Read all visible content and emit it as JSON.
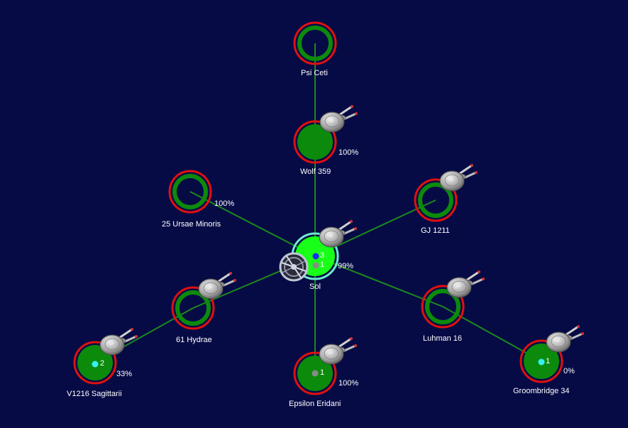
{
  "colors": {
    "background": "#060b45",
    "lane": "#1c8a1c",
    "ring": "#e01010",
    "planet_green": "#0c8a0c",
    "home_green": "#18ff18",
    "home_ring": "#6fe8d2",
    "fleet_cyan": "#36f0f0",
    "fleet_blue": "#1b2cf0",
    "fleet_gray": "#8a8a8a"
  },
  "systems": {
    "sol": {
      "name": "Sol",
      "pct": "99%",
      "fleet_blue_count": "3",
      "fleet_gray_count": "1"
    },
    "psi_ceti": {
      "name": "Psi Ceti"
    },
    "wolf_359": {
      "name": "Wolf 359",
      "pct": "100%"
    },
    "ursae": {
      "name": "25 Ursae Minoris",
      "pct": "100%"
    },
    "gj_1211": {
      "name": "GJ 1211"
    },
    "hydrae": {
      "name": "61 Hydrae"
    },
    "luhman": {
      "name": "Luhman 16"
    },
    "v1216": {
      "name": "V1216 Sagittarii",
      "pct": "33%",
      "fleet_count": "2"
    },
    "epsilon": {
      "name": "Epsilon Eridani",
      "pct": "100%",
      "fleet_count": "1"
    },
    "groombridge": {
      "name": "Groombridge 34",
      "pct": "0%",
      "fleet_count": "1"
    }
  },
  "icons": [
    "starship-icon",
    "space-station-icon",
    "fleet-dot-icon"
  ]
}
